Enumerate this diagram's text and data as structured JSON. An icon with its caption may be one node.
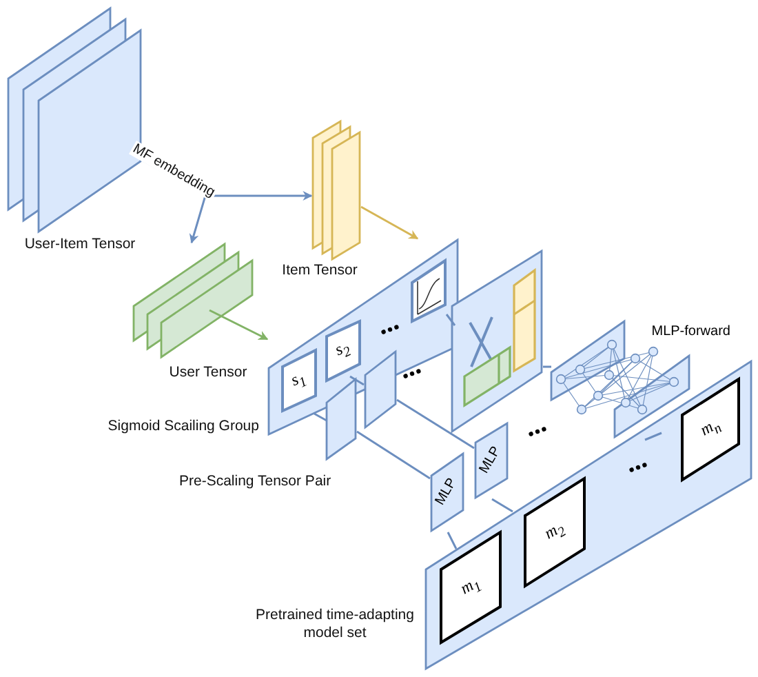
{
  "diagram": {
    "nodes": [
      {
        "text": [],
        "shape": "box",
        "beside": [
          "User-Item Tensor"
        ]
      },
      {
        "text": [],
        "shape": "box",
        "beside": [
          "Item Tensor"
        ]
      },
      {
        "text": [],
        "shape": "box",
        "beside": [
          "User Tensor"
        ]
      },
      {
        "text": [],
        "shape": "box",
        "beside": [
          "Sigmoid Scailing Group"
        ]
      },
      {
        "text": [
          "s$_{1}$"
        ],
        "in": 3
      },
      {
        "text": [
          "s$_{2}$"
        ],
        "in": 3
      },
      {
        "text": [],
        "shape": "box",
        "in": 3
      },
      {
        "text": [],
        "shape": "box"
      },
      {
        "text": [
          "MLP-forward"
        ]
      },
      {
        "text": [],
        "shape": "box",
        "beside": [
          "Pre-Scaling Tensor Pair"
        ]
      },
      {
        "text": [],
        "shape": "box"
      },
      {
        "text": [
          "MLP"
        ]
      },
      {
        "text": [
          "MLP"
        ]
      },
      {
        "text": [],
        "shape": "box",
        "beside": [
          "Pretrained time-adapting model set"
        ]
      },
      {
        "text": [
          "m$_{1}$"
        ],
        "in": 13
      },
      {
        "text": [
          "m$_{2}$"
        ],
        "in": 13
      },
      {
        "text": [
          "m$_{n}$"
        ],
        "in": 13
      }
    ],
    "edges": [
      {
        "from": 0,
        "to": 1,
        "arrow": "to",
        "label": "MF embedding"
      },
      {
        "from": 0,
        "to": 2,
        "arrow": "to"
      },
      {
        "from": 1,
        "to": 3,
        "arrow": "to",
        "color": "#d6b656"
      },
      {
        "from": 2,
        "to": 3,
        "arrow": "to",
        "color": "#82b366"
      },
      {
        "from": 6,
        "to": 7,
        "arrow": "none"
      },
      {
        "from": 7,
        "to": 8,
        "arrow": "none"
      },
      {
        "from": 3,
        "to": 9,
        "arrow": "none"
      },
      {
        "from": 3,
        "to": 10,
        "arrow": "none"
      },
      {
        "from": 9,
        "to": 11,
        "arrow": "none"
      },
      {
        "from": 10,
        "to": 12,
        "arrow": "none"
      },
      {
        "from": 11,
        "to": 13,
        "arrow": "none"
      },
      {
        "from": 12,
        "to": 13,
        "arrow": "none"
      },
      {
        "from": 8,
        "to": 13,
        "arrow": "none"
      }
    ]
  }
}
